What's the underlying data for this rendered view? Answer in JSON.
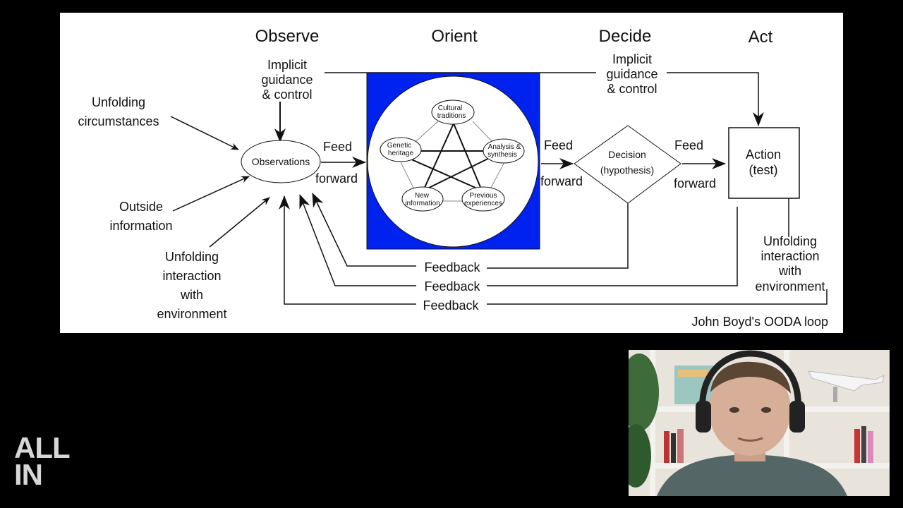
{
  "diagram": {
    "stages": {
      "observe": "Observe",
      "orient": "Orient",
      "decide": "Decide",
      "act": "Act"
    },
    "implicit_left": [
      "Implicit",
      "guidance",
      "& control"
    ],
    "implicit_right": [
      "Implicit",
      "guidance",
      "& control"
    ],
    "inputs": {
      "unfolding_circumstances": [
        "Unfolding",
        "circumstances"
      ],
      "outside_information": [
        "Outside",
        "information"
      ],
      "unfolding_interaction": [
        "Unfolding",
        "interaction",
        "with",
        "environment"
      ]
    },
    "observations": "Observations",
    "feed_forward": [
      "Feed",
      "forward"
    ],
    "orient_nodes": {
      "cultural": [
        "Cultural",
        "traditions"
      ],
      "genetic": [
        "Genetic",
        "heritage"
      ],
      "analysis": [
        "Analysis &",
        "synthesis"
      ],
      "new_info": [
        "New",
        "information"
      ],
      "previous": [
        "Previous",
        "experiences"
      ]
    },
    "decision": [
      "Decision",
      "(hypothesis)"
    ],
    "action": [
      "Action",
      "(test)"
    ],
    "act_interaction": [
      "Unfolding",
      "interaction",
      "with",
      "environment"
    ],
    "feedback": "Feedback",
    "caption": "John Boyd's OODA loop",
    "colors": {
      "orient_bg": "#0022ee",
      "line": "#111111",
      "slide_bg": "#ffffff"
    }
  },
  "logo": {
    "line1": "ALL",
    "line2": "IN"
  },
  "webcam": {
    "description_icon": "presenter-video-icon"
  }
}
